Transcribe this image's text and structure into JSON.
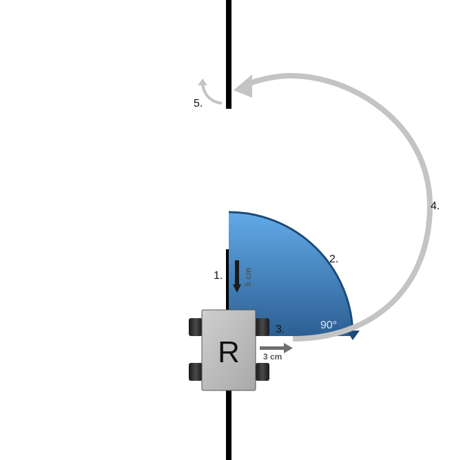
{
  "diagram": {
    "steps": {
      "step1": "1.",
      "step2": "2.",
      "step3": "3.",
      "step4": "4.",
      "step5": "5."
    },
    "measurements": {
      "forward": "5 cm",
      "sideways": "3 cm",
      "angle": "90°"
    },
    "robot": {
      "label": "R"
    },
    "colors": {
      "line": "#000000",
      "arc_path": "#c4c4c4",
      "sector_top": "#62aae8",
      "sector_bottom": "#2c5f93",
      "sector_border": "#1d4a78",
      "robot_body": "#bdbdbd",
      "wheel": "#2a2a2a",
      "arrow_gray": "#6f6f6f"
    }
  }
}
